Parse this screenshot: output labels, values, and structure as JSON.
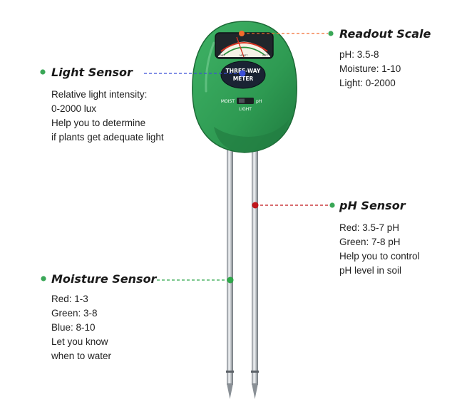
{
  "colors": {
    "body_green": "#2e9a52",
    "dark_green": "#1d6b37",
    "readout_accent": "#f26b2c",
    "light_accent": "#3b4fd8",
    "ph_accent": "#c0161b",
    "moisture_accent": "#2fa84a",
    "bullet_green": "#3aa757"
  },
  "device": {
    "badge_line1": "THREE-WAY",
    "badge_line2": "METER",
    "switch_left": "MOIST",
    "switch_right": "pH",
    "switch_bottom": "LIGHT",
    "dial_left": "DRY",
    "dial_mid": "MOIST",
    "dial_right": "WET"
  },
  "callouts": {
    "readout": {
      "title": "Readout Scale",
      "lines": [
        "pH: 3.5-8",
        "Moisture: 1-10",
        "Light: 0-2000"
      ]
    },
    "light": {
      "title": "Light Sensor",
      "lines": [
        "Relative light intensity:",
        "0-2000 lux",
        "Help you to determine",
        "if plants get adequate light"
      ]
    },
    "ph": {
      "title": "pH Sensor",
      "lines": [
        "Red: 3.5-7 pH",
        "Green: 7-8 pH",
        "Help you to control",
        "pH level in soil"
      ]
    },
    "moisture": {
      "title": "Moisture Sensor",
      "lines": [
        "Red: 1-3",
        "Green: 3-8",
        "Blue: 8-10",
        "Let you know",
        "when to water"
      ]
    }
  }
}
